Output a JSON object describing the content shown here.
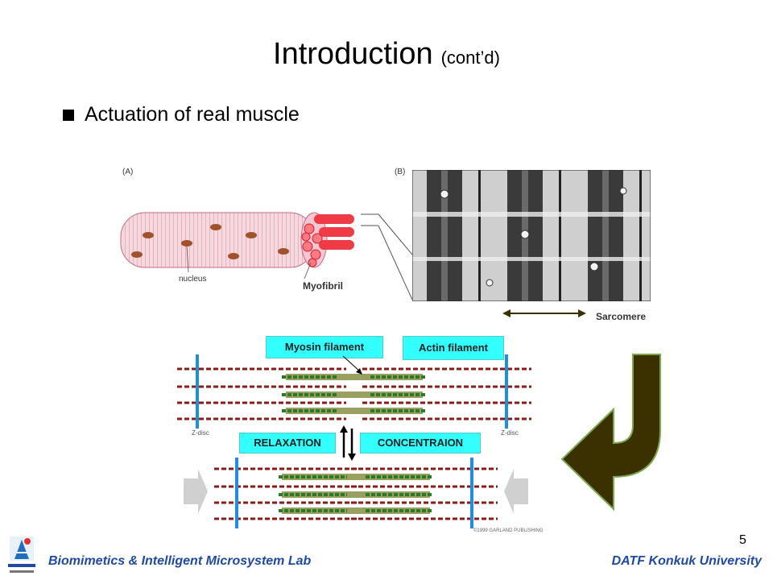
{
  "slide": {
    "title": "Introduction",
    "title_suffix": "(cont’d)",
    "bullet": "Actuation of real muscle",
    "page_number": "5"
  },
  "figure_a": {
    "panel_label": "(A)",
    "nucleus_label": "nucleus",
    "myofibril_label": "Myofibril"
  },
  "figure_b": {
    "panel_label": "(B)",
    "sarcomere_label": "Sarcomere"
  },
  "filament_diagram": {
    "myosin_label": "Myosin filament",
    "actin_label": "Actin filament",
    "zdisc_left": "Z-disc",
    "zdisc_right": "Z-disc",
    "relaxation_label": "RELAXATION",
    "contraction_label": "CONCENTRAION",
    "credit": "©1999 GARLAND PUBLISHING"
  },
  "footer": {
    "left": "Biomimetics & Intelligent Microsystem Lab",
    "right": "DATF Konkuk University"
  },
  "colors": {
    "accent_cyan": "#33ffff",
    "footer_blue": "#1f4aa0",
    "arrow_olive": "#3a3000",
    "muscle_pink": "#f3c9d4"
  }
}
